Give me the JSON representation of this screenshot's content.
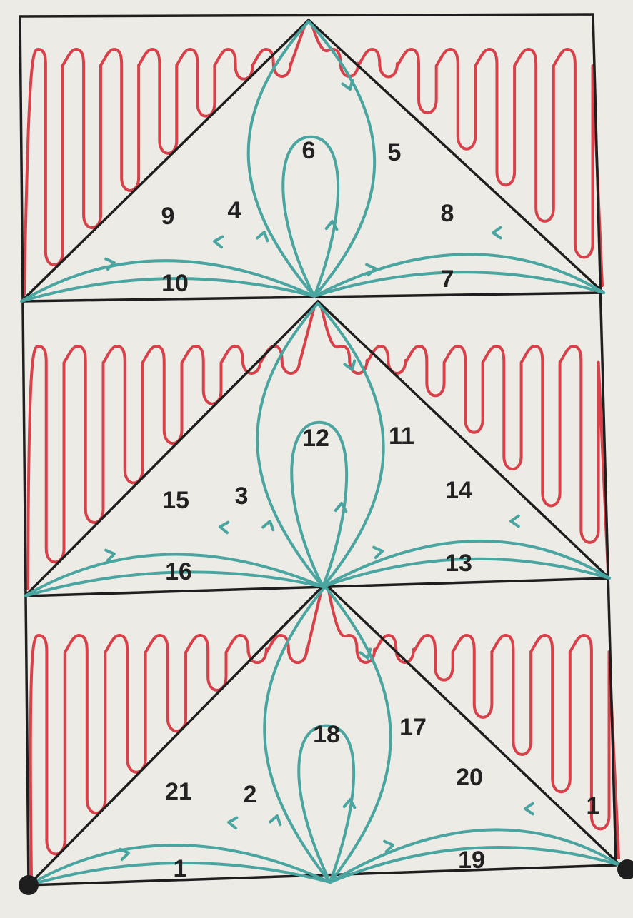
{
  "colors": {
    "paper": "#ecebe6",
    "frame": "#1e1e1e",
    "stitch_red": "#d8414a",
    "path_teal": "#4aa5a0",
    "label": "#222222"
  },
  "labels": {
    "l1": "1",
    "l2": "2",
    "l3": "3",
    "l4": "4",
    "l5": "5",
    "l6": "6",
    "l7": "7",
    "l8": "8",
    "l9": "9",
    "l10": "10",
    "l11": "11",
    "l12": "12",
    "l13": "13",
    "l14": "14",
    "l15": "15",
    "l16": "16",
    "l17": "17",
    "l18": "18",
    "l19": "19",
    "l20": "20",
    "l21": "21",
    "l1_right": "1"
  },
  "markers": [
    "start-dot",
    "end-dot"
  ]
}
